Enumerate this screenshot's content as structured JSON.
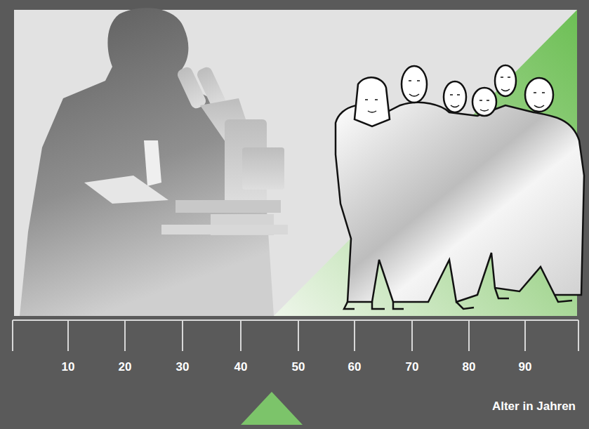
{
  "diagram": {
    "labels": [
      "10",
      "20",
      "30",
      "40",
      "50",
      "60",
      "70",
      "80",
      "90",
      "Alter in Jahren"
    ]
  }
}
